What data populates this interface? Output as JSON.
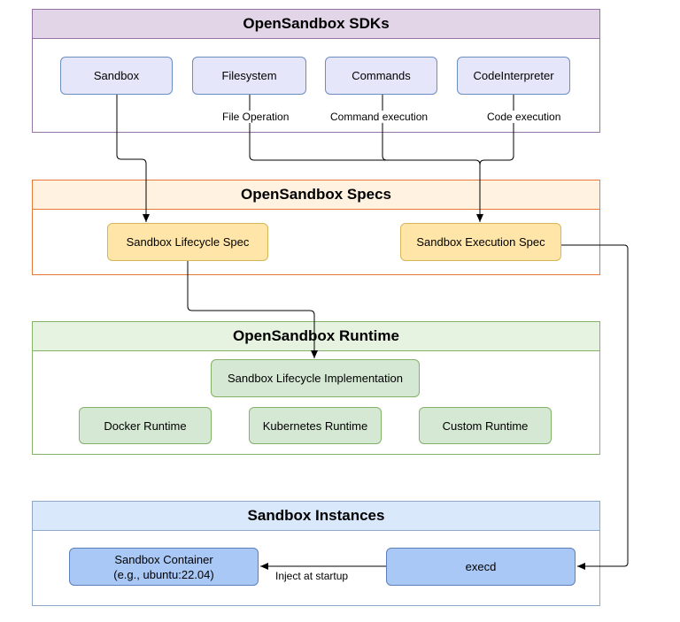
{
  "groups": {
    "sdks": "OpenSandbox SDKs",
    "specs": "OpenSandbox Specs",
    "runtime": "OpenSandbox Runtime",
    "instances": "Sandbox Instances"
  },
  "sdks": {
    "sandbox": "Sandbox",
    "filesystem": "Filesystem",
    "commands": "Commands",
    "code_interpreter": "CodeInterpreter"
  },
  "edge_labels": {
    "file_operation": "File Operation",
    "command_execution": "Command execution",
    "code_execution": "Code execution",
    "inject_at_startup": "Inject at startup"
  },
  "specs": {
    "lifecycle": "Sandbox Lifecycle Spec",
    "execution": "Sandbox Execution Spec"
  },
  "runtime": {
    "lifecycle_impl": "Sandbox Lifecycle Implementation",
    "docker": "Docker Runtime",
    "kubernetes": "Kubernetes Runtime",
    "custom": "Custom Runtime"
  },
  "instances": {
    "container_line1": "Sandbox Container",
    "container_line2": "(e.g., ubuntu:22.04)",
    "execd": "execd"
  }
}
